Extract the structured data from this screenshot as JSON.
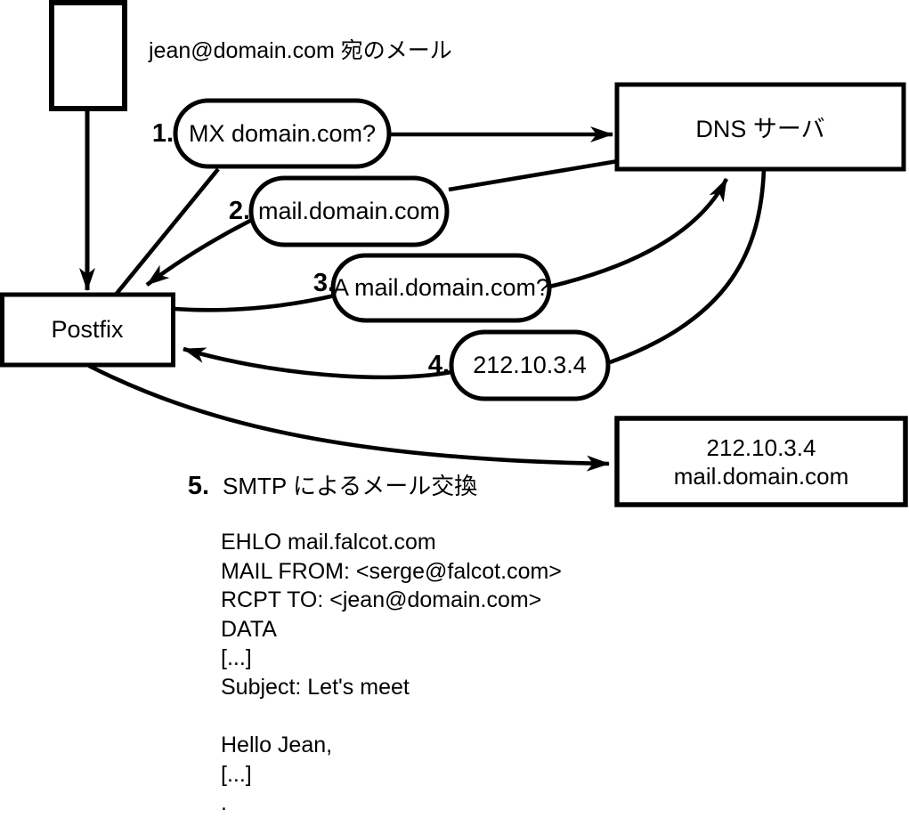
{
  "figure": {
    "note": "jean@domain.com 宛のメール",
    "nodes": {
      "postfix": "Postfix",
      "dns_server": "DNS サーバ",
      "mail_server_line1": "212.10.3.4",
      "mail_server_line2": "mail.domain.com"
    },
    "steps": [
      {
        "num": "1.",
        "label": "MX domain.com?"
      },
      {
        "num": "2.",
        "label": "mail.domain.com"
      },
      {
        "num": "3.",
        "label": "A mail.domain.com?"
      },
      {
        "num": "4.",
        "label": "212.10.3.4"
      },
      {
        "num": "5.",
        "label": "SMTP によるメール交換"
      }
    ],
    "smtp_session": "EHLO mail.falcot.com\nMAIL FROM: <serge@falcot.com>\nRCPT TO: <jean@domain.com>\nDATA\n[...]\nSubject: Let's meet\n\nHello Jean,\n[...]\n."
  },
  "colors": {
    "ink": "#000000",
    "background": "#ffffff"
  }
}
